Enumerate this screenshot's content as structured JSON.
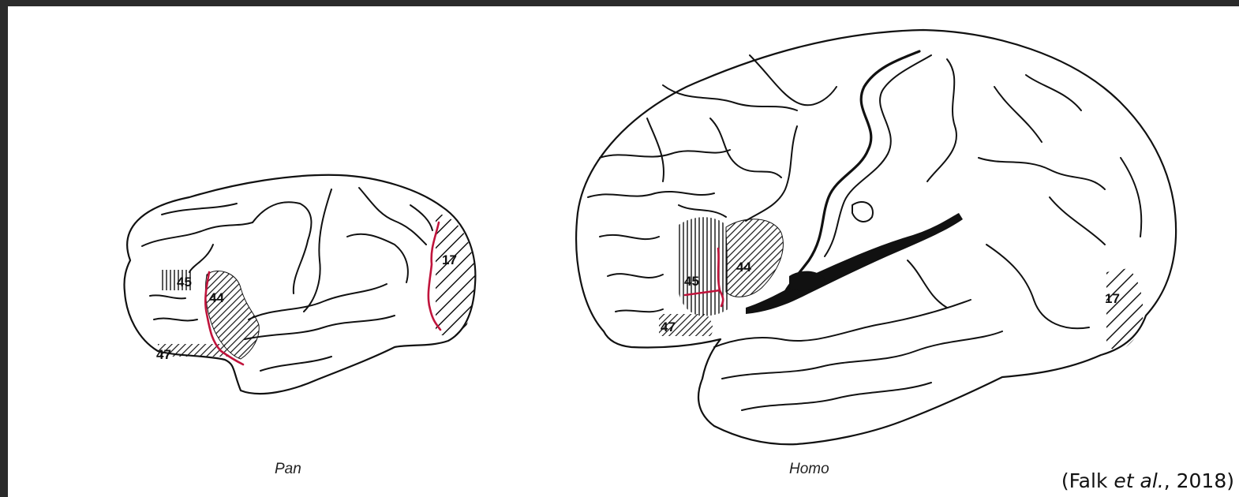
{
  "captions": {
    "pan": "Pan",
    "homo": "Homo"
  },
  "areas": {
    "pan": [
      "45",
      "44",
      "47",
      "17"
    ],
    "homo": [
      "45",
      "44",
      "47",
      "17"
    ]
  },
  "citation": {
    "open": "(Falk ",
    "italic": "et al.",
    "close": ", 2018)"
  },
  "colors": {
    "background": "#ffffff",
    "border": "#2b2b2b",
    "sulcus_highlight": "#c0143c"
  }
}
